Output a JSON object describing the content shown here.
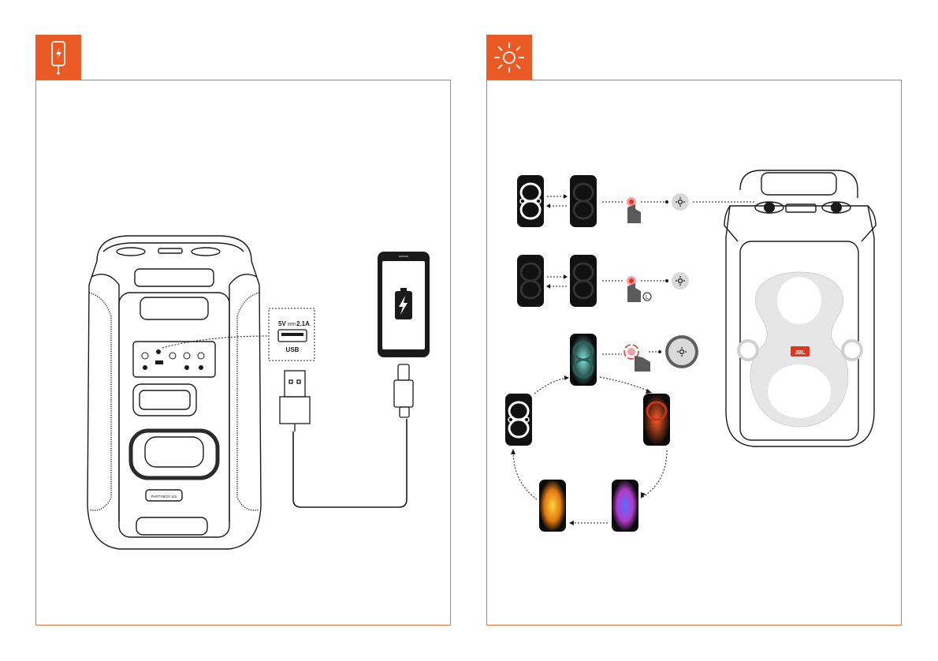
{
  "colors": {
    "accent": "#e95a25",
    "panel_border": "#e8733f",
    "line": "#1a1a1a",
    "red_logo": "#e3341e"
  },
  "left_panel": {
    "icon": "charging-phone-icon",
    "usb_port": {
      "rating_voltage": "5V",
      "rating_current": "2.1A",
      "label": "USB"
    },
    "speaker_badge": "PARTYBOX 110"
  },
  "right_panel": {
    "icon": "sun-light-icon",
    "steps": [
      {
        "action": "press",
        "result": "light on / off"
      },
      {
        "action": "press and hold",
        "result": "light mode"
      },
      {
        "action": "rotate",
        "result": "cycle light effects"
      }
    ],
    "hold_symbol": "L",
    "speaker_logo": "JBL"
  }
}
